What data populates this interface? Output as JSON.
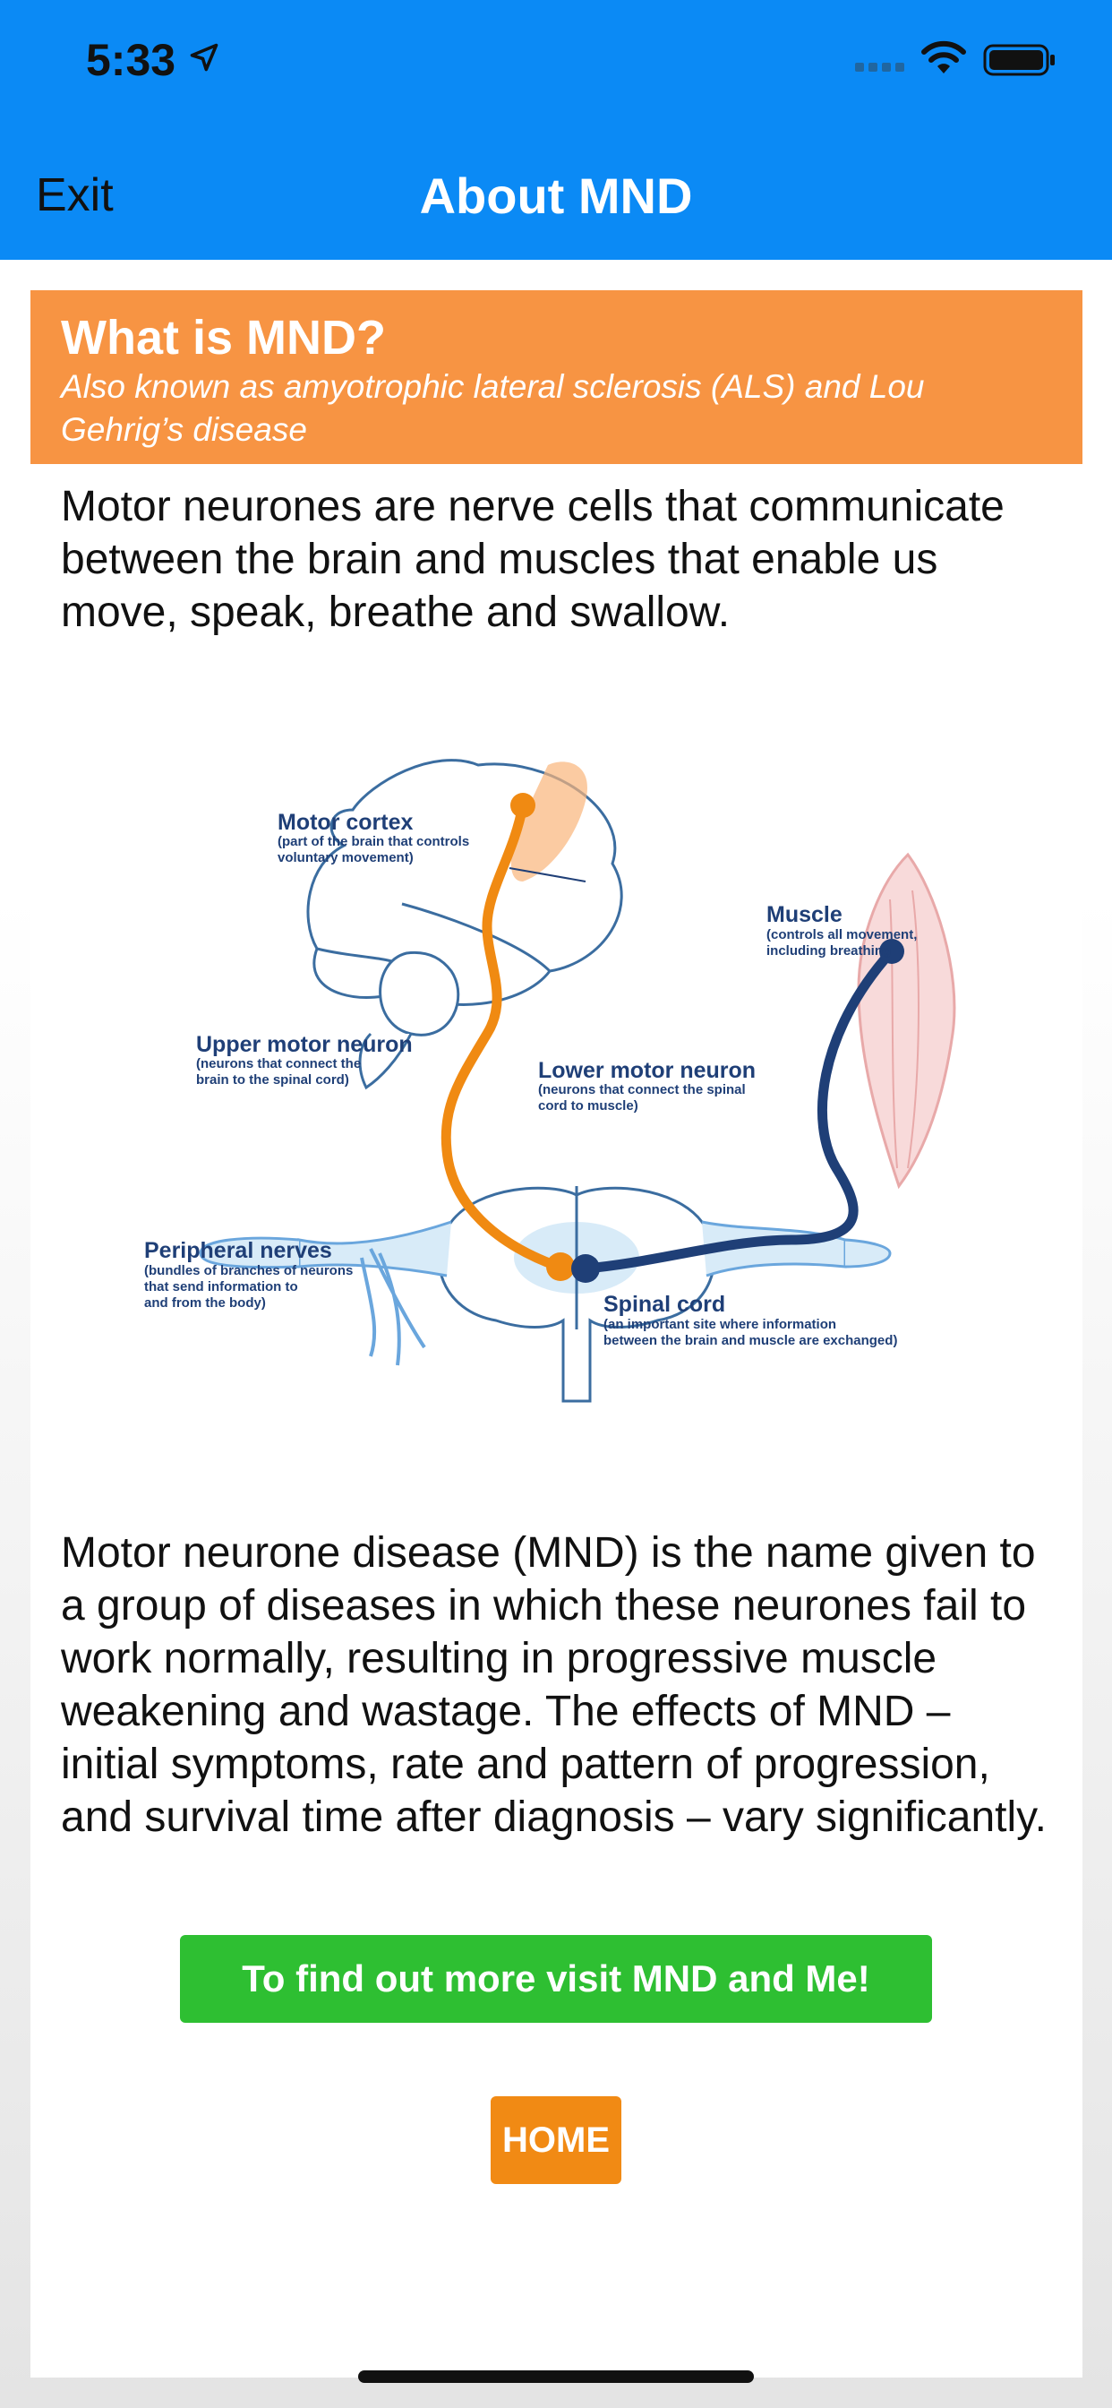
{
  "status_bar": {
    "time": "5:33"
  },
  "nav": {
    "exit_label": "Exit",
    "title": "About MND"
  },
  "card": {
    "title": "What is MND?",
    "subtitle": "Also known as amyotrophic lateral sclerosis (ALS) and Lou Gehrig’s disease",
    "intro": "Motor neurones are nerve cells that communicate between the brain and muscles that enable us move, speak, breathe and swallow.",
    "diagram": {
      "labels": [
        {
          "title": "Motor cortex",
          "desc": [
            "(part of the brain that controls",
            "voluntary movement)"
          ]
        },
        {
          "title": "Muscle",
          "desc": [
            "(controls all movement,",
            "including breathing"
          ]
        },
        {
          "title": "Upper motor neuron",
          "desc": [
            "(neurons that connect the",
            "brain to the spinal cord)"
          ]
        },
        {
          "title": "Lower motor neuron",
          "desc": [
            "(neurons that connect the spinal",
            "cord to muscle)"
          ]
        },
        {
          "title": "Peripheral nerves",
          "desc": [
            "(bundles of branches of neurons",
            "that send information to",
            "and from the body)"
          ]
        },
        {
          "title": "Spinal cord",
          "desc": [
            "(an important site where information",
            "between the brain and muscle are exchanged)"
          ]
        }
      ]
    },
    "body": "Motor neurone disease (MND) is the name given to a group of diseases in which these neurones fail to work normally, resulting in progressive muscle weakening and wastage. The effects of MND – initial symptoms, rate and pattern of progression, and survival time after diagnosis – vary significantly.",
    "more_button": "To find out more visit MND and Me!",
    "home_button": "HOME"
  },
  "colors": {
    "nav_bar": "#0b8af5",
    "header": "#f79443",
    "more_button": "#2ebf32",
    "home_button": "#f18a14",
    "diagram_navy": "#1f3f77",
    "upper_neuron": "#f08a12"
  }
}
